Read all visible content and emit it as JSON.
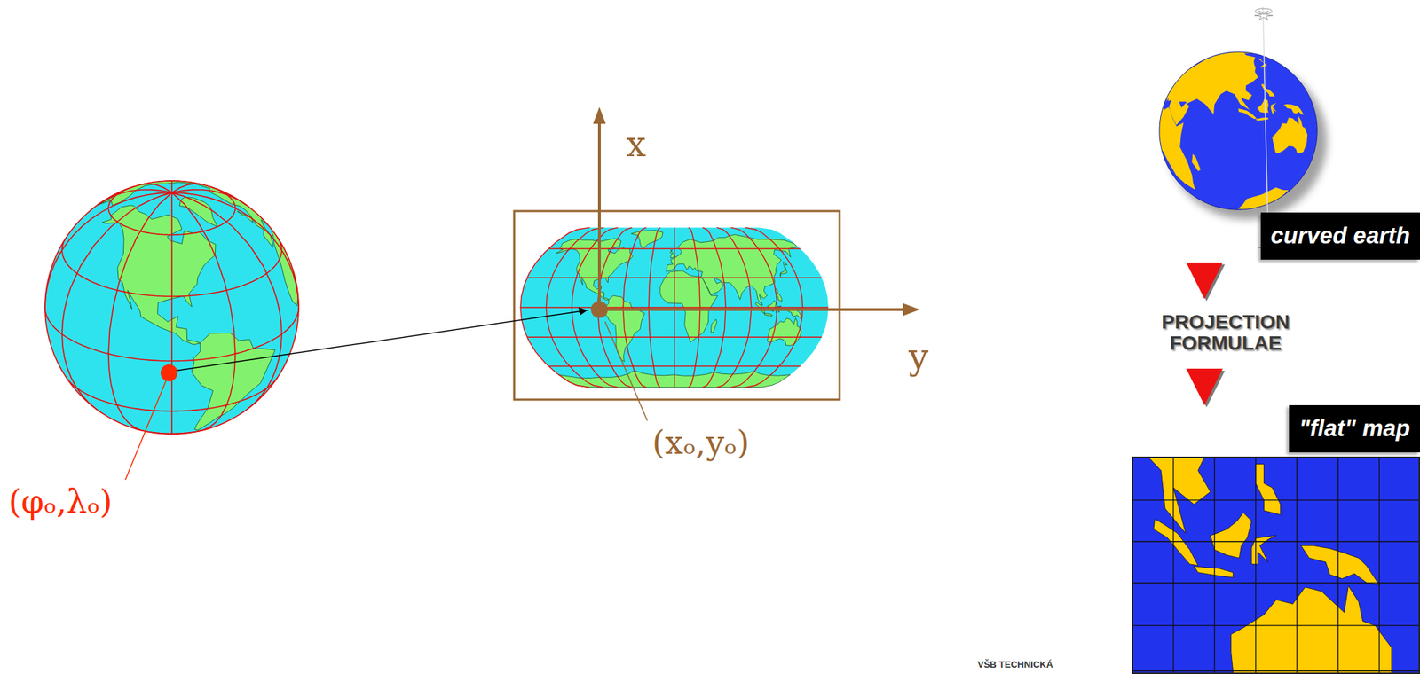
{
  "diagram": {
    "nodes": [
      {
        "text": [
          "curved earth"
        ]
      },
      {
        "text": [
          "\"flat\" map"
        ]
      }
    ],
    "edges": [
      {
        "from": 0,
        "to": 1,
        "arrow": "to",
        "label": "PROJECTION FORMULAE"
      }
    ],
    "labels": [
      "x",
      "y",
      "(xₒ,yₒ)",
      "(φₒ,λₒ)",
      "VŠB TECHNICKÁ"
    ]
  }
}
